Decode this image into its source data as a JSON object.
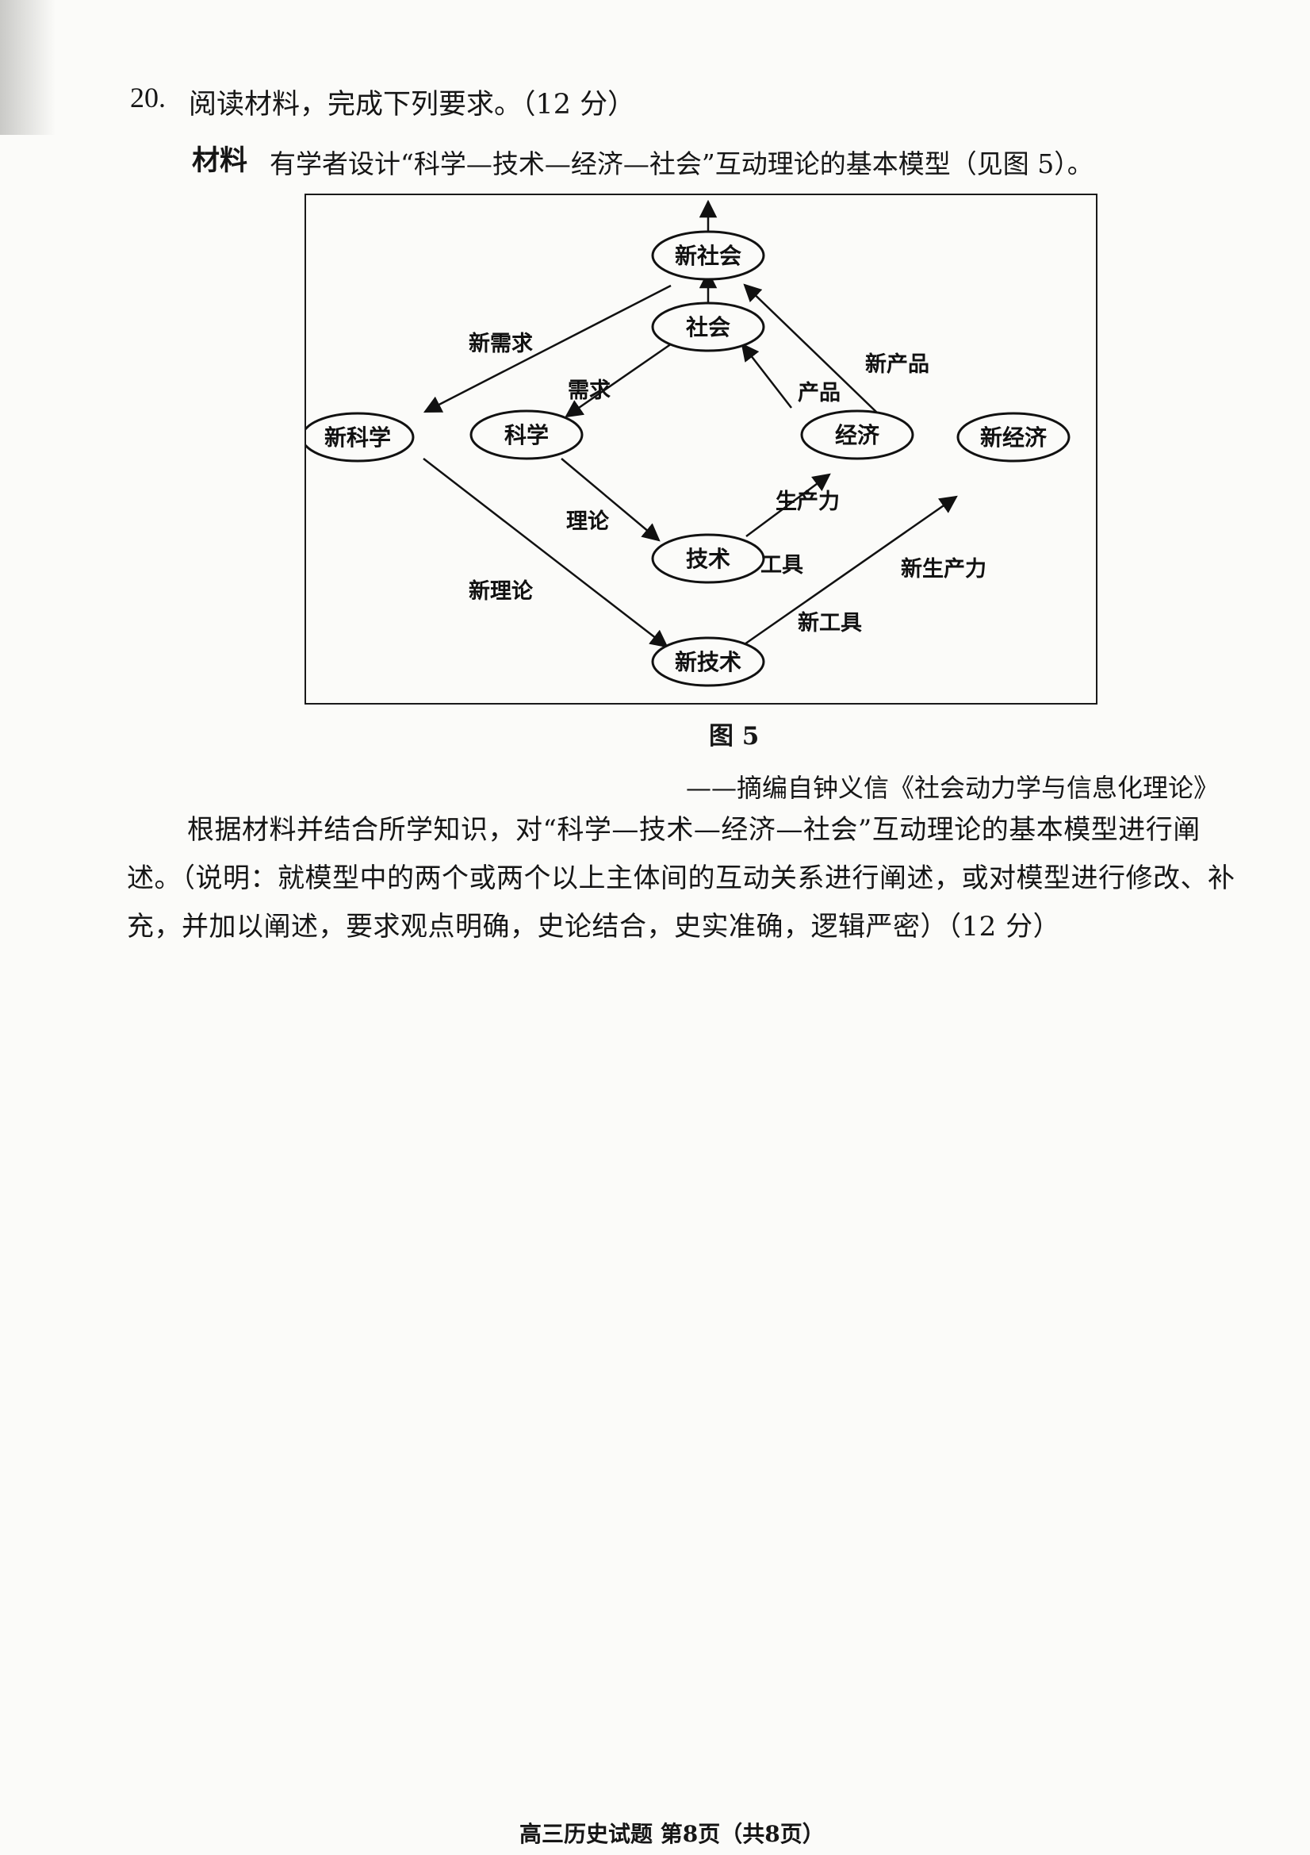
{
  "question": {
    "number": "20.",
    "title": "阅读材料，完成下列要求。（12 分）",
    "material_label": "材料",
    "material_text": "有学者设计“科学—技术—经济—社会”互动理论的基本模型（见图 5）。"
  },
  "figure": {
    "nodes": {
      "new_society": "新社会",
      "society": "社会",
      "new_science": "新科学",
      "science": "科学",
      "economy": "经济",
      "new_economy": "新经济",
      "technology": "技术",
      "new_technology": "新技术"
    },
    "edges": {
      "new_demand": "新需求",
      "new_product": "新产品",
      "demand": "需求",
      "product": "产品",
      "theory": "理论",
      "productivity": "生产力",
      "tool": "工具",
      "new_theory": "新理论",
      "new_productivity": "新生产力",
      "new_tool": "新工具"
    },
    "caption": "图 5",
    "source": "——摘编自钟义信《社会动力学与信息化理论》"
  },
  "instruction": "根据材料并结合所学知识，对“科学—技术—经济—社会”互动理论的基本模型进行阐述。（说明：就模型中的两个或两个以上主体间的互动关系进行阐述，或对模型进行修改、补充，并加以阐述，要求观点明确，史论结合，史实准确，逻辑严密）（12 分）",
  "footer": "高三历史试题 第8页（共8页）"
}
